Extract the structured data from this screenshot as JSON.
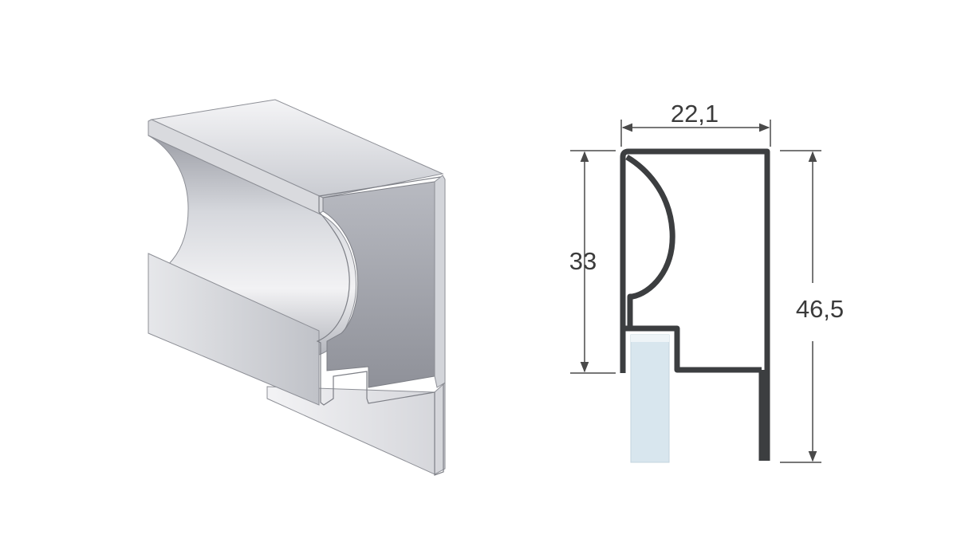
{
  "dimensions": {
    "width_label": "22,1",
    "height_label": "46,5",
    "grip_height_label": "33"
  },
  "colors": {
    "background": "#ffffff",
    "profile_stroke": "#3c3e40",
    "dimension_line": "#4a4a4a",
    "glass_fill": "#d8e6ee",
    "aluminium_light": "#e4e5e9",
    "aluminium_mid": "#bcbec4",
    "aluminium_dark": "#8e9098"
  },
  "icons": {
    "render_3d": "aluminium-handle-profile-3d-render",
    "cross_section": "profile-cross-section-drawing",
    "glass_panel": "glass-panel-icon"
  }
}
